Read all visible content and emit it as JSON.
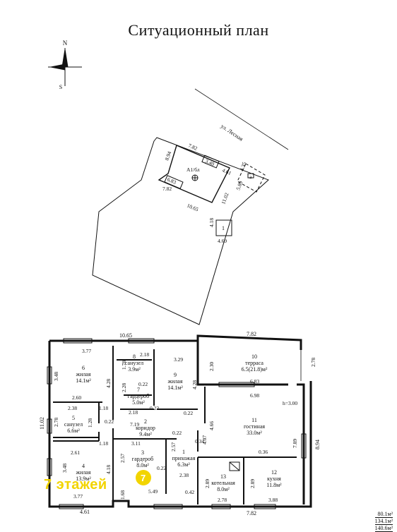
{
  "title": "Ситуационный план",
  "compass": {
    "n": "N",
    "s": "S"
  },
  "site": {
    "street": "ул. Лесная",
    "building": "А1/бл",
    "dims": [
      "7.82",
      "8.94",
      "3.40",
      "4.61",
      "6.83",
      "7.82",
      "10.65",
      "11.02",
      "4.35",
      "5.89",
      "4.18",
      "4.69"
    ],
    "a_label": "а",
    "shed_label": "1"
  },
  "plan": {
    "top_total": "10.65",
    "top_right": "7.82",
    "left_total": "11.02",
    "right_total": "8.94",
    "bottom_left": "4.61",
    "bottom_mid": "7.82",
    "rooms": [
      {
        "num": "6",
        "name": "жилая",
        "area": "14.1м²"
      },
      {
        "num": "8",
        "name": "санузел",
        "area": "3.9м²"
      },
      {
        "num": "9",
        "name": "жилая",
        "area": "14.1м²"
      },
      {
        "num": "10",
        "name": "терраса",
        "area": "6.5(21.8)м²"
      },
      {
        "num": "7",
        "name": "гардероб",
        "area": "5.0м²"
      },
      {
        "num": "5",
        "name": "санузел",
        "area": "6.6м²"
      },
      {
        "num": "2",
        "name": "коридор",
        "area": "9.4м²"
      },
      {
        "num": "11",
        "name": "гостиная",
        "area": "33.0м²"
      },
      {
        "num": "3",
        "name": "гардероб",
        "area": "8.0м²"
      },
      {
        "num": "1",
        "name": "прихожая",
        "area": "6.3м²"
      },
      {
        "num": "4",
        "name": "жилая",
        "area": "13.9м²"
      },
      {
        "num": "13",
        "name": "котельная",
        "area": "8.0м²"
      },
      {
        "num": "12",
        "name": "кухня",
        "area": "11.8м²"
      }
    ],
    "height": "h=3.00",
    "dims_inner": [
      "3.77",
      "2.18",
      "3.29",
      "3.48",
      "4.28",
      "1.78",
      "2.28",
      "0.22",
      "4.28",
      "2.60",
      "2.38",
      "1.18",
      "2.78",
      "1.28",
      "0.22",
      "7.19",
      "2.18",
      "0.22",
      "0.22",
      "6.83",
      "6.98",
      "4.66",
      "2.61",
      "1.18",
      "3.11",
      "0.22",
      "2.57",
      "2.57",
      "4.07",
      "0.34",
      "0.36",
      "7.89",
      "3.48",
      "4.18",
      "0.22",
      "2.38",
      "2.89",
      "2.89",
      "3.77",
      "5.49",
      "1.68",
      "0.42",
      "2.78",
      "3.88",
      "2.30",
      "2.78"
    ]
  },
  "areas": [
    "80.1м²",
    "134.1м²",
    "140.6м²"
  ],
  "watermark": "7 этажей",
  "colors": {
    "line": "#111111",
    "watermark": "#f2d400"
  }
}
